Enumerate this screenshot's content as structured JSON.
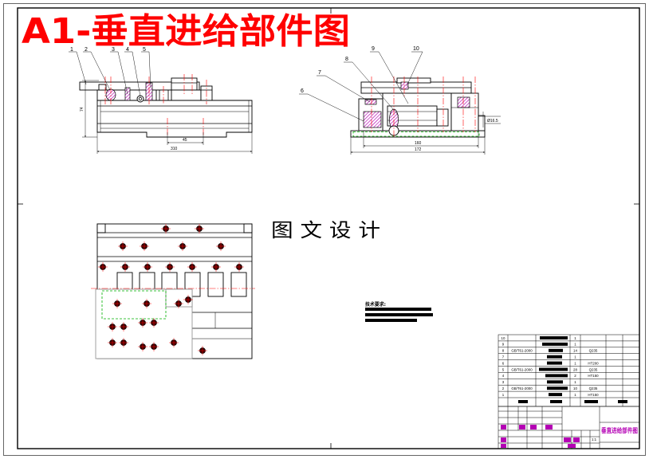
{
  "title": "A1-垂直进给部件图",
  "watermark": "图 文 设 计",
  "colors": {
    "title": "#ff0000",
    "centerline": "#ff0000",
    "section_hatch": "#b400b4",
    "hidden_outline": "#00b000",
    "title_block_text": "#b400b4"
  },
  "front_view": {
    "part_labels": [
      "1",
      "2",
      "3",
      "4",
      "5"
    ],
    "dimensions": {
      "height": "74",
      "slot_width": "45",
      "length": "310"
    }
  },
  "side_view": {
    "part_labels": [
      "6",
      "7",
      "8",
      "9",
      "10"
    ],
    "dimensions": {
      "inner_width": "160",
      "overall_width": "172",
      "diameter": "Ø16.5"
    }
  },
  "technical_requirements": {
    "heading": "技术要求:"
  },
  "bom": {
    "rows": [
      {
        "no": "10",
        "qty": "1"
      },
      {
        "no": "9",
        "qty": "1"
      },
      {
        "no": "8",
        "code": "GB/T61-2000",
        "qty": "14",
        "material": "Q235"
      },
      {
        "no": "7",
        "qty": "1"
      },
      {
        "no": "6",
        "qty": "1",
        "material": "HT200"
      },
      {
        "no": "5",
        "code": "GB/T61-2000",
        "qty": "28",
        "material": "Q235"
      },
      {
        "no": "4",
        "qty": "2",
        "material": "HT150"
      },
      {
        "no": "3",
        "qty": "1"
      },
      {
        "no": "2",
        "code": "GB/T61-2000",
        "qty": "10",
        "material": "Q235"
      },
      {
        "no": "1",
        "qty": "1",
        "material": "HT150"
      }
    ]
  },
  "title_block": {
    "drawing_name": "垂直进给部件图",
    "scale": "1:1"
  }
}
